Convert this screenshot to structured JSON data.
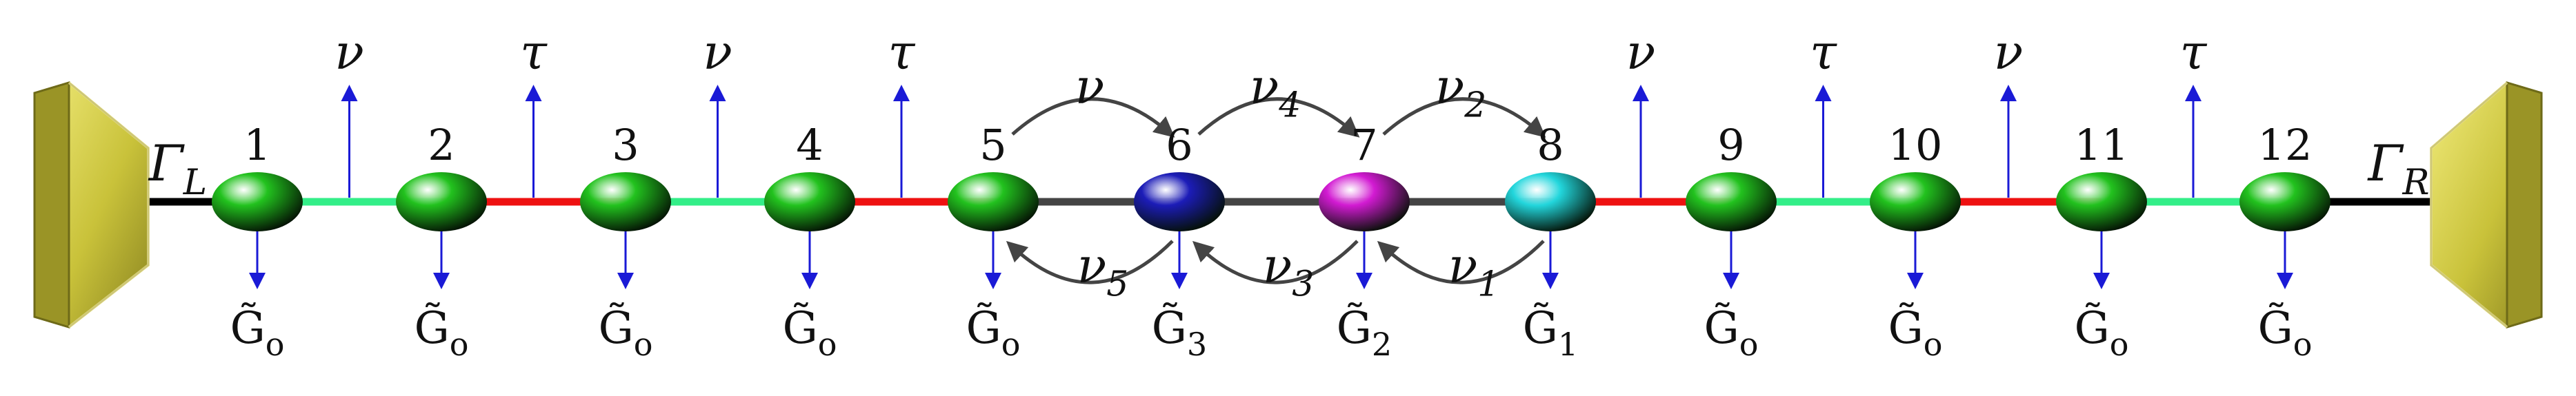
{
  "colors": {
    "node_green": "#22c21e",
    "node_blue": "#1c1cb8",
    "node_magenta": "#d21ad2",
    "node_cyan": "#22d6dc",
    "bond_red": "#ee1111",
    "bond_green": "#33ee88",
    "bond_dark": "#444444",
    "lead_black": "#000000",
    "arrow_blue": "#1a1ad6",
    "curve_gray": "#444444",
    "lead_body": "#c9c23a"
  },
  "leads": {
    "left": {
      "label_main": "Γ",
      "label_sub": "L",
      "icon": "lead-contact-icon"
    },
    "right": {
      "label_main": "Γ",
      "label_sub": "R",
      "icon": "lead-contact-icon"
    }
  },
  "sites": [
    {
      "number": "1",
      "color": "node_green",
      "g_main": "G̃",
      "g_sub": "o"
    },
    {
      "number": "2",
      "color": "node_green",
      "g_main": "G̃",
      "g_sub": "o"
    },
    {
      "number": "3",
      "color": "node_green",
      "g_main": "G̃",
      "g_sub": "o"
    },
    {
      "number": "4",
      "color": "node_green",
      "g_main": "G̃",
      "g_sub": "o"
    },
    {
      "number": "5",
      "color": "node_green",
      "g_main": "G̃",
      "g_sub": "o"
    },
    {
      "number": "6",
      "color": "node_blue",
      "g_main": "G̃",
      "g_sub": "3"
    },
    {
      "number": "7",
      "color": "node_magenta",
      "g_main": "G̃",
      "g_sub": "2"
    },
    {
      "number": "8",
      "color": "node_cyan",
      "g_main": "G̃",
      "g_sub": "1"
    },
    {
      "number": "9",
      "color": "node_green",
      "g_main": "G̃",
      "g_sub": "o"
    },
    {
      "number": "10",
      "color": "node_green",
      "g_main": "G̃",
      "g_sub": "o"
    },
    {
      "number": "11",
      "color": "node_green",
      "g_main": "G̃",
      "g_sub": "o"
    },
    {
      "number": "12",
      "color": "node_green",
      "g_main": "G̃",
      "g_sub": "o"
    }
  ],
  "bonds": [
    {
      "from": "1",
      "to": "2",
      "color": "bond_green",
      "label": "ν"
    },
    {
      "from": "2",
      "to": "3",
      "color": "bond_red",
      "label": "τ"
    },
    {
      "from": "3",
      "to": "4",
      "color": "bond_green",
      "label": "ν"
    },
    {
      "from": "4",
      "to": "5",
      "color": "bond_red",
      "label": "τ"
    },
    {
      "from": "5",
      "to": "6",
      "color": "bond_dark",
      "label": ""
    },
    {
      "from": "6",
      "to": "7",
      "color": "bond_dark",
      "label": ""
    },
    {
      "from": "7",
      "to": "8",
      "color": "bond_dark",
      "label": ""
    },
    {
      "from": "8",
      "to": "9",
      "color": "bond_red",
      "label": "ν"
    },
    {
      "from": "9",
      "to": "10",
      "color": "bond_green",
      "label": "τ"
    },
    {
      "from": "10",
      "to": "11",
      "color": "bond_red",
      "label": "ν"
    },
    {
      "from": "11",
      "to": "12",
      "color": "bond_green",
      "label": "τ"
    }
  ],
  "curved_arrows_top": [
    {
      "from": "5",
      "to": "6",
      "label_main": "ν",
      "label_sub": ""
    },
    {
      "from": "6",
      "to": "7",
      "label_main": "ν",
      "label_sub": "4"
    },
    {
      "from": "7",
      "to": "8",
      "label_main": "ν",
      "label_sub": "2"
    }
  ],
  "curved_arrows_bottom": [
    {
      "from": "8",
      "to": "7",
      "label_main": "ν",
      "label_sub": "1"
    },
    {
      "from": "7",
      "to": "6",
      "label_main": "ν",
      "label_sub": "3"
    },
    {
      "from": "6",
      "to": "5",
      "label_main": "ν",
      "label_sub": "5"
    }
  ]
}
